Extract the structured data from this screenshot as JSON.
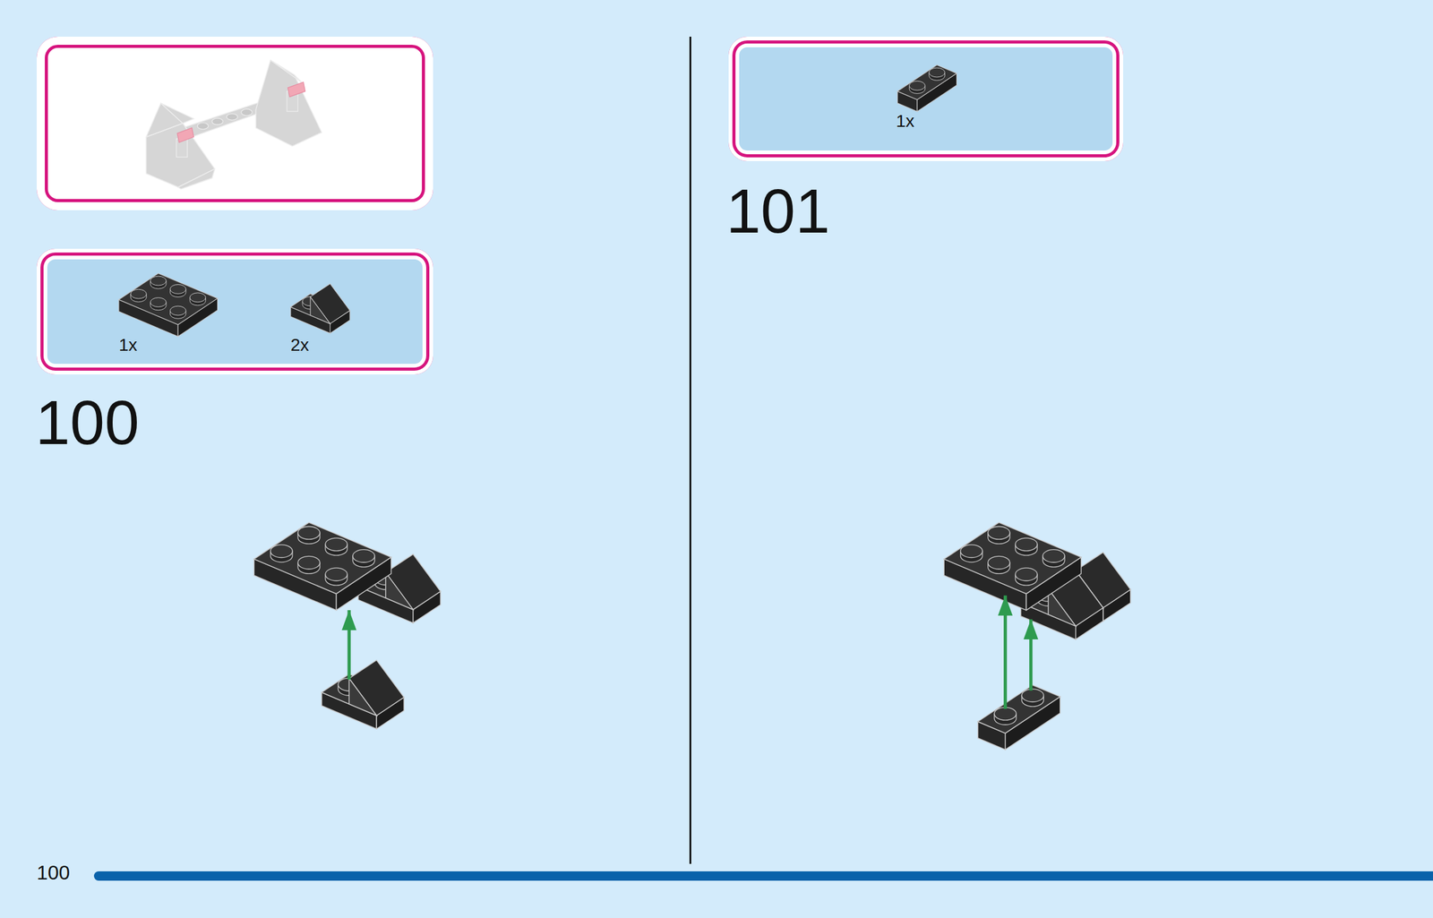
{
  "diagram": {
    "nodes": [
      {
        "text": [
          "1x",
          "2x"
        ]
      },
      {
        "text": [
          "1x"
        ]
      }
    ],
    "labels": [
      "100",
      "101",
      "100"
    ]
  }
}
